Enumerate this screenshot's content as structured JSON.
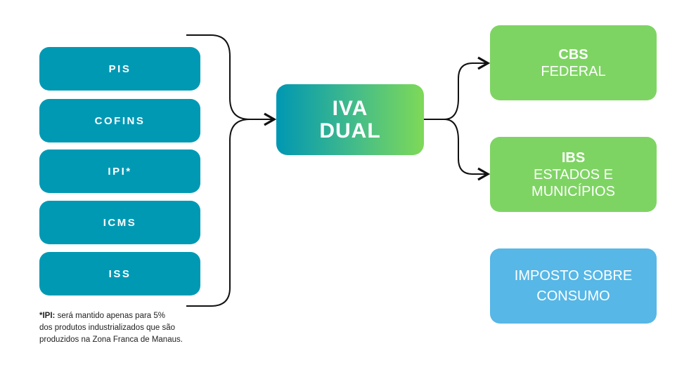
{
  "sources": [
    {
      "label": "PIS"
    },
    {
      "label": "COFINS"
    },
    {
      "label": "IPI*"
    },
    {
      "label": "ICMS"
    },
    {
      "label": "ISS"
    }
  ],
  "center": {
    "line1": "IVA",
    "line2": "DUAL"
  },
  "outputs": [
    {
      "title": "CBS",
      "subtitle": "FEDERAL"
    },
    {
      "title": "IBS",
      "subtitle_line1": "ESTADOS E",
      "subtitle_line2": "MUNICÍPIOS"
    }
  ],
  "legend_box": {
    "line1": "IMPOSTO SOBRE",
    "line2": "CONSUMO"
  },
  "footnote": {
    "prefix": "*IPI:",
    "line1": " será mantido apenas para 5%",
    "line2": "dos produtos industrializados que são",
    "line3": "produzidos na Zona Franca de Manaus."
  },
  "colors": {
    "source_box": "#0099b4",
    "output_box": "#7ed463",
    "legend_box": "#57b7e6",
    "gradient_start": "#0097b2",
    "gradient_end": "#7ed957"
  }
}
